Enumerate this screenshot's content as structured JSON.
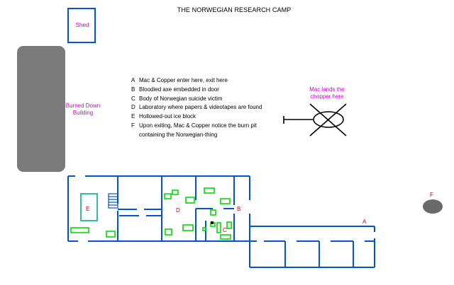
{
  "title": "THE NORWEGIAN RESEARCH CAMP",
  "legend": {
    "A": "Mac & Copper enter here, exit here",
    "B": "Bloodied axe embedded in door",
    "C": "Body of Norwegian suicide victim",
    "D": "Laboratory where papers & videotapes are found",
    "E": "Hollowed-out ice block",
    "F_line1": "Upon exiting, Mac & Copper notice the burn pit",
    "F_line2": "containing the Norwegian-thing"
  },
  "labels": {
    "shed": "Shed",
    "burned_line1": "Burned Down",
    "burned_line2": "Building",
    "chopper_line1": "Mac lands the",
    "chopper_line2": "chopper here",
    "A": "A",
    "B": "B",
    "C": "C",
    "D": "D",
    "E": "E",
    "F": "F"
  },
  "colors": {
    "walls": "#0055cc",
    "furniture": "#00dd00",
    "ice_block": "#33bbaa",
    "building": "#7a7a7a",
    "burn_pit": "#6a6a6a",
    "labels": "#cc00cc",
    "markers": "#cc0000"
  }
}
